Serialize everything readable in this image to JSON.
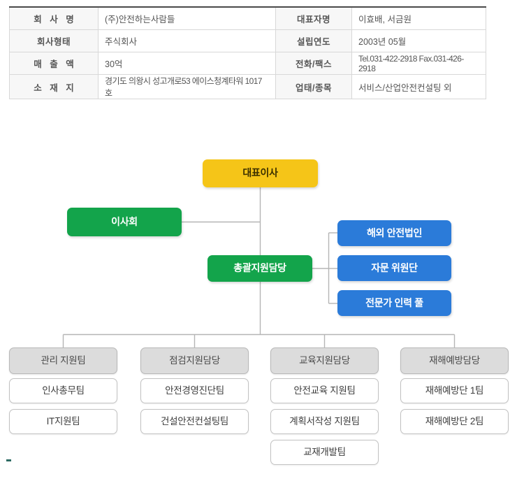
{
  "company_info": {
    "rows": [
      {
        "label_left": "회 사 명",
        "value_left": "(주)안전하는사람들",
        "label_right": "대표자명",
        "value_right": "이효배, 서금원"
      },
      {
        "label_left": "회사형태",
        "value_left": "주식회사",
        "label_right": "설립연도",
        "value_right": "2003년 05월"
      },
      {
        "label_left": "매 출 액",
        "value_left": "30억",
        "label_right": "전화/팩스",
        "value_right": "Tel.031-422-2918 Fax.031-426-2918"
      },
      {
        "label_left": "소 재 지",
        "value_left": "경기도 의왕시 성고개로53 에이스청계타워 1017호",
        "label_right": "업태/종목",
        "value_right": "서비스/산업안전컨설팅 외"
      }
    ]
  },
  "org_chart": {
    "ceo": "대표이사",
    "board": "이사회",
    "general_support": "총괄지원담당",
    "advisory_nodes": [
      "해외 안전법인",
      "자문 위원단",
      "전문가 인력 풀"
    ],
    "columns": [
      {
        "head": "관리 지원팀",
        "teams": [
          "인사총무팀",
          "IT지원팀"
        ]
      },
      {
        "head": "점검지원담당",
        "teams": [
          "안전경영진단팀",
          "건설안전컨설팅팀"
        ]
      },
      {
        "head": "교육지원담당",
        "teams": [
          "안전교육 지원팀",
          "계획서작성 지원팀",
          "교재개발팀"
        ]
      },
      {
        "head": "재해예방담당",
        "teams": [
          "재해예방단 1팀",
          "재해예방단 2팀"
        ]
      }
    ],
    "colors": {
      "ceo": "#F5C518",
      "green": "#13A44B",
      "blue": "#2B7BD9",
      "dept": "#DCDCDC",
      "line": "#b5b5b5"
    }
  }
}
